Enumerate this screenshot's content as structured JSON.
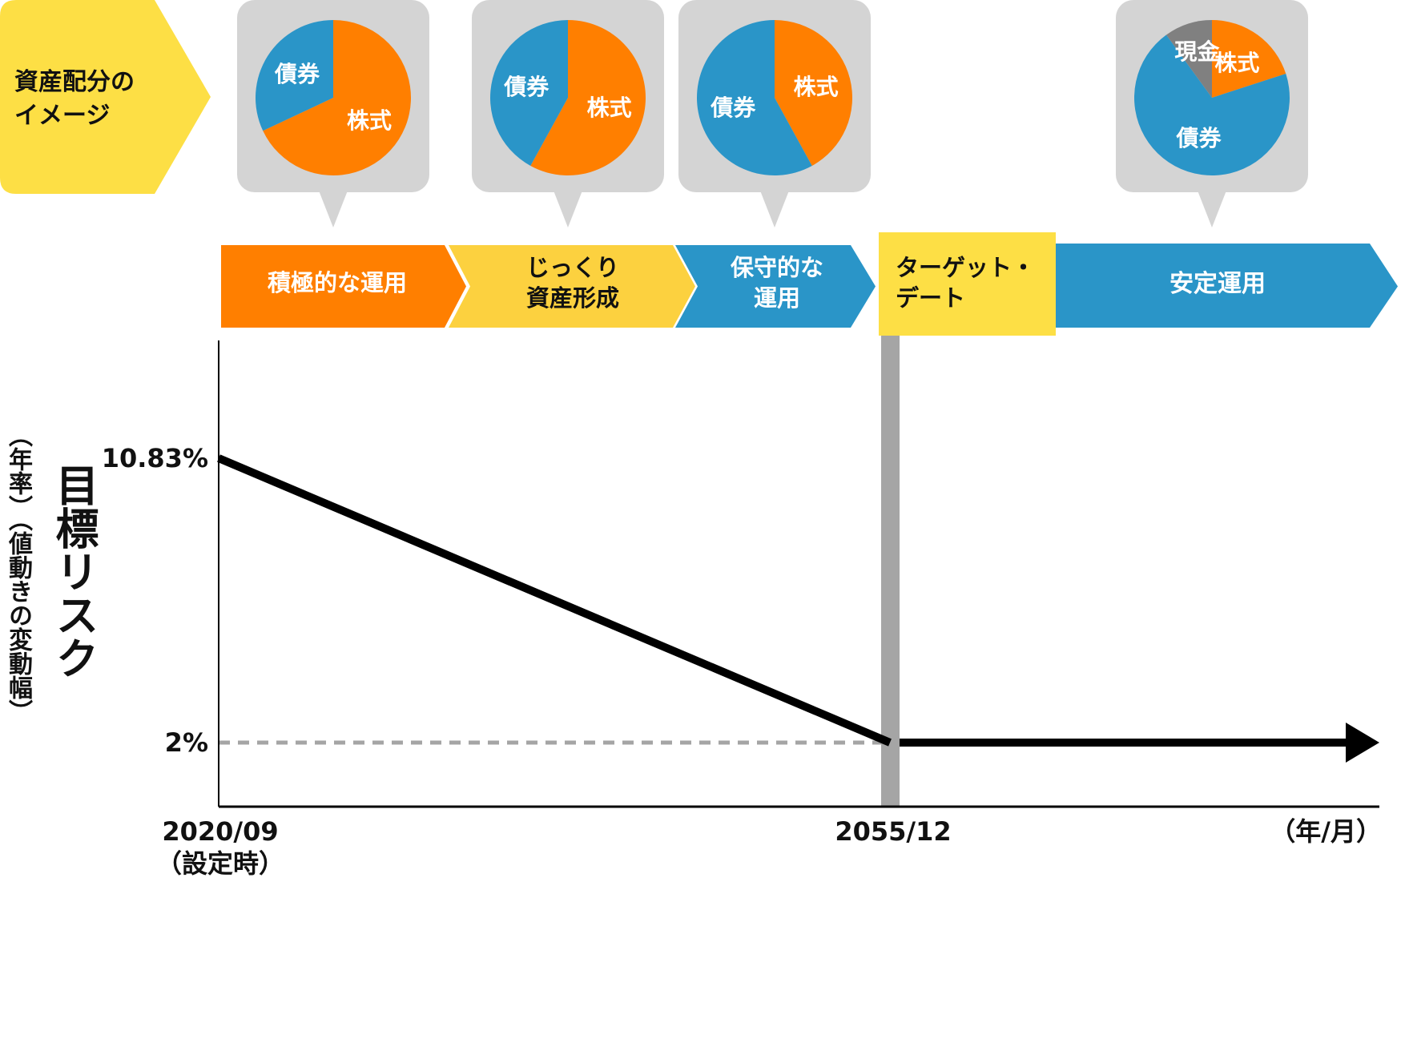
{
  "header_label": {
    "line1": "資産配分の",
    "line2": "イメージ"
  },
  "colors": {
    "stocks": "#FF7F00",
    "bonds": "#2A95C8",
    "cash": "#808080",
    "yellow": "#FDDF45",
    "yellow_phase": "#FCD13F",
    "bubble": "#D4D4D4",
    "bar": "#A5A5A5"
  },
  "allocations": [
    {
      "slices": [
        {
          "label": "株式",
          "percent": 68,
          "color": "#FF7F00"
        },
        {
          "label": "債券",
          "percent": 32,
          "color": "#2A95C8"
        }
      ]
    },
    {
      "slices": [
        {
          "label": "株式",
          "percent": 58,
          "color": "#FF7F00"
        },
        {
          "label": "債券",
          "percent": 42,
          "color": "#2A95C8"
        }
      ]
    },
    {
      "slices": [
        {
          "label": "株式",
          "percent": 42,
          "color": "#FF7F00"
        },
        {
          "label": "債券",
          "percent": 58,
          "color": "#2A95C8"
        }
      ]
    },
    {
      "slices": [
        {
          "label": "株式",
          "percent": 20,
          "color": "#FF7F00"
        },
        {
          "label": "債券",
          "percent": 70,
          "color": "#2A95C8"
        },
        {
          "label": "現金",
          "percent": 10,
          "color": "#808080"
        }
      ]
    }
  ],
  "phases": [
    {
      "line1": "積極的な運用",
      "line2": ""
    },
    {
      "line1": "じっくり",
      "line2": "資産形成"
    },
    {
      "line1": "保守的な",
      "line2": "運用"
    },
    {
      "line1": "ターゲット・",
      "line2": "デート"
    },
    {
      "line1": "安定運用",
      "line2": ""
    }
  ],
  "chart_data": {
    "type": "line",
    "title": "目標リスク",
    "ylabel": "目標リスク",
    "ylabel_sub": "（年率）（値動きの変動幅）",
    "xlabel": "（年/月）",
    "x_ticks": [
      {
        "label": "2020/09",
        "sub": "（設定時）"
      },
      {
        "label": "2055/12",
        "sub": ""
      }
    ],
    "y_ticks": [
      "10.83%",
      "2%"
    ],
    "series": [
      {
        "name": "目標リスク",
        "points": [
          {
            "x": "2020/09",
            "y": 10.83
          },
          {
            "x": "2055/12",
            "y": 2
          },
          {
            "x": "after",
            "y": 2
          }
        ]
      }
    ],
    "reference_line": {
      "y": 2,
      "style": "dashed"
    },
    "target_date": "2055/12"
  }
}
